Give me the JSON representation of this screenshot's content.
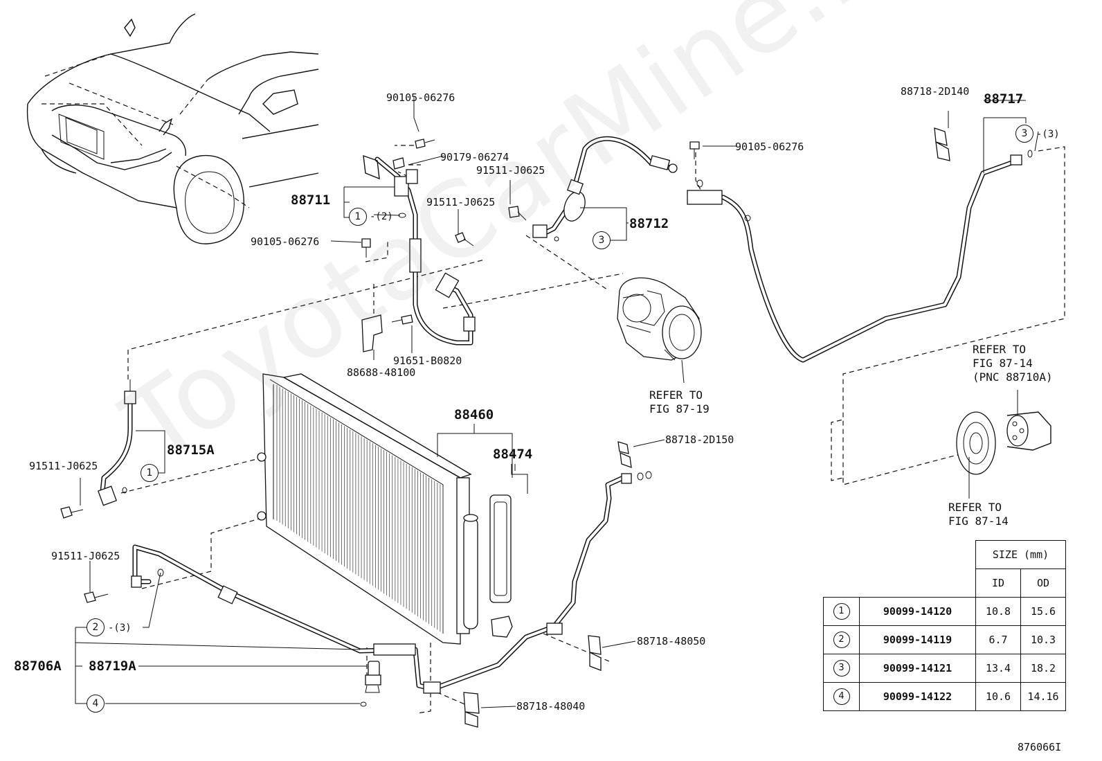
{
  "diagram_id": "876066I",
  "watermark": "ToyotaCarMine.ru",
  "parts": {
    "p88711": "88711",
    "p88712": "88712",
    "p88717": "88717",
    "p88715A": "88715A",
    "p88460": "88460",
    "p88474": "88474",
    "p88706A": "88706A",
    "p88719A": "88719A",
    "bolt_90105_a": "90105-06276",
    "bolt_90105_b": "90105-06276",
    "bolt_90105_c": "90105-06276",
    "nut_90179": "90179-06274",
    "bolt_91511_a": "91511-J0625",
    "bolt_91511_b": "91511-J0625",
    "bolt_91511_c": "91511-J0625",
    "bolt_91511_d": "91511-J0625",
    "bolt_91651": "91651-B0820",
    "bracket_88688": "88688-48100",
    "clamp_2d140": "88718-2D140",
    "clamp_2d150": "88718-2D150",
    "clamp_48050": "88718-48050",
    "clamp_48040": "88718-48040"
  },
  "callouts": {
    "c1a": "1",
    "c1a_qty": "-(2)",
    "c1b": "1",
    "c2": "2",
    "c2_qty": "-(3)",
    "c3a": "3",
    "c3b": "3",
    "c3b_qty": "-(3)",
    "c4": "4"
  },
  "references": {
    "ref_compressor": [
      "REFER TO",
      "FIG 87-19"
    ],
    "ref_pnc": [
      "REFER TO",
      "FIG 87-14",
      "(PNC 88710A)"
    ],
    "ref_clutch": [
      "REFER TO",
      "FIG 87-14"
    ]
  },
  "size_table": {
    "header": "SIZE (mm)",
    "col_id": "ID",
    "col_od": "OD",
    "rows": [
      {
        "ref": "1",
        "part": "90099-14120",
        "id": "10.8",
        "od": "15.6"
      },
      {
        "ref": "2",
        "part": "90099-14119",
        "id": "6.7",
        "od": "10.3"
      },
      {
        "ref": "3",
        "part": "90099-14121",
        "id": "13.4",
        "od": "18.2"
      },
      {
        "ref": "4",
        "part": "90099-14122",
        "id": "10.6",
        "od": "14.16"
      }
    ]
  }
}
